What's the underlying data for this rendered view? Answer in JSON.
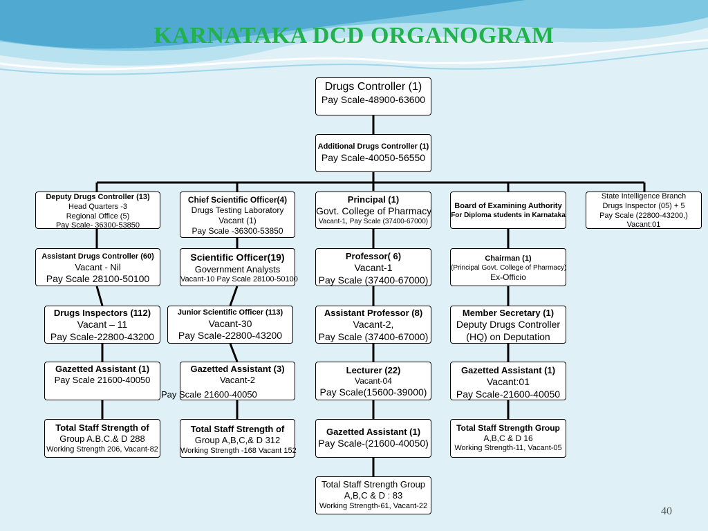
{
  "title": "KARNATAKA DCD ORGANOGRAM",
  "page_number": "40",
  "colors": {
    "title": "#22b14c",
    "background": "#dff1f7",
    "wave": "#5fb8d8"
  },
  "root": {
    "line1": "Drugs Controller (1)",
    "line2": "Pay Scale-48900-63600"
  },
  "additional": {
    "line1": "Additional Drugs Controller (1)",
    "line2": "Pay Scale-40050-56550"
  },
  "col1": {
    "ddc": {
      "l1": "Deputy Drugs Controller (13)",
      "l2": "Head Quarters -3",
      "l3": "Regional Office (5)",
      "l4": "Pay Scale- 36300-53850"
    },
    "adc": {
      "l1": "Assistant Drugs Controller (60)",
      "l2": "Vacant - Nil",
      "l3": "Pay Scale 28100-50100"
    },
    "di": {
      "l1": "Drugs Inspectors (112)",
      "l2": "Vacant – 11",
      "l3": "Pay Scale-22800-43200"
    },
    "ga": {
      "l1": "Gazetted Assistant (1)",
      "l2": "Pay Scale 21600-40050"
    },
    "total": {
      "l1": "Total Staff Strength of",
      "l2": "Group A.B.C.& D 288",
      "l3": "Working Strength 206, Vacant-82"
    }
  },
  "col2": {
    "cso": {
      "l1": "Chief Scientific Officer(4)",
      "l2": "Drugs Testing Laboratory",
      "l3": "Vacant (1)",
      "l4": "Pay Scale -36300-53850"
    },
    "so": {
      "l1": "Scientific Officer(19)",
      "l2": "Government Analysts",
      "l3": "Vacant-10 Pay Scale 28100-50100"
    },
    "jso": {
      "l1": "Junior Scientific Officer (113)",
      "l2": "Vacant-30",
      "l3": "Pay Scale-22800-43200"
    },
    "ga": {
      "l1": "Gazetted Assistant (3)",
      "l2": "Vacant-2",
      "l3": "Pay Scale 21600-40050"
    },
    "total": {
      "l1": "Total Staff Strength of",
      "l2": "Group A,B,C,& D 312",
      "l3": "Working Strength -168 Vacant 152"
    }
  },
  "col3": {
    "principal": {
      "l1": "Principal (1)",
      "l2": "Govt. College of Pharmacy",
      "l3": "Vacant-1, Pay Scale (37400-67000)"
    },
    "professor": {
      "l1": "Professor( 6)",
      "l2": "Vacant-1",
      "l3": "Pay Scale (37400-67000)"
    },
    "asst_prof": {
      "l1": "Assistant Professor (8)",
      "l2": "Vacant-2,",
      "l3": "Pay Scale (37400-67000)"
    },
    "lecturer": {
      "l1": "Lecturer (22)",
      "l2": "Vacant-04",
      "l3": "Pay Scale(15600-39000)"
    },
    "ga": {
      "l1": "Gazetted Assistant (1)",
      "l2": "Pay Scale-(21600-40050)"
    },
    "total": {
      "l1": "Total Staff Strength Group",
      "l2": "A,B,C & D : 83",
      "l3": "Working Strength-61, Vacant-22"
    }
  },
  "col4": {
    "board": {
      "l1": "Board of Examining Authority",
      "l2": "For Diploma students in Karnataka"
    },
    "chairman": {
      "l1": "Chairman (1)",
      "l2": "(Principal Govt. College of Pharmacy)",
      "l3": "Ex-Officio"
    },
    "member_sec": {
      "l1": "Member Secretary (1)",
      "l2": "Deputy Drugs Controller",
      "l3": "(HQ) on Deputation"
    },
    "ga": {
      "l1": "Gazetted Assistant (1)",
      "l2": "Vacant:01",
      "l3": "Pay Scale-21600-40050"
    },
    "total": {
      "l1": "Total Staff Strength Group",
      "l2": "A,B,C & D 16",
      "l3": "Working Strength-11, Vacant-05"
    }
  },
  "col5": {
    "sib": {
      "l1": "State Intelligence Branch",
      "l2": "Drugs Inspector (05) + 5",
      "l3": "Pay Scale (22800-43200,)",
      "l4": "Vacant:01"
    }
  }
}
